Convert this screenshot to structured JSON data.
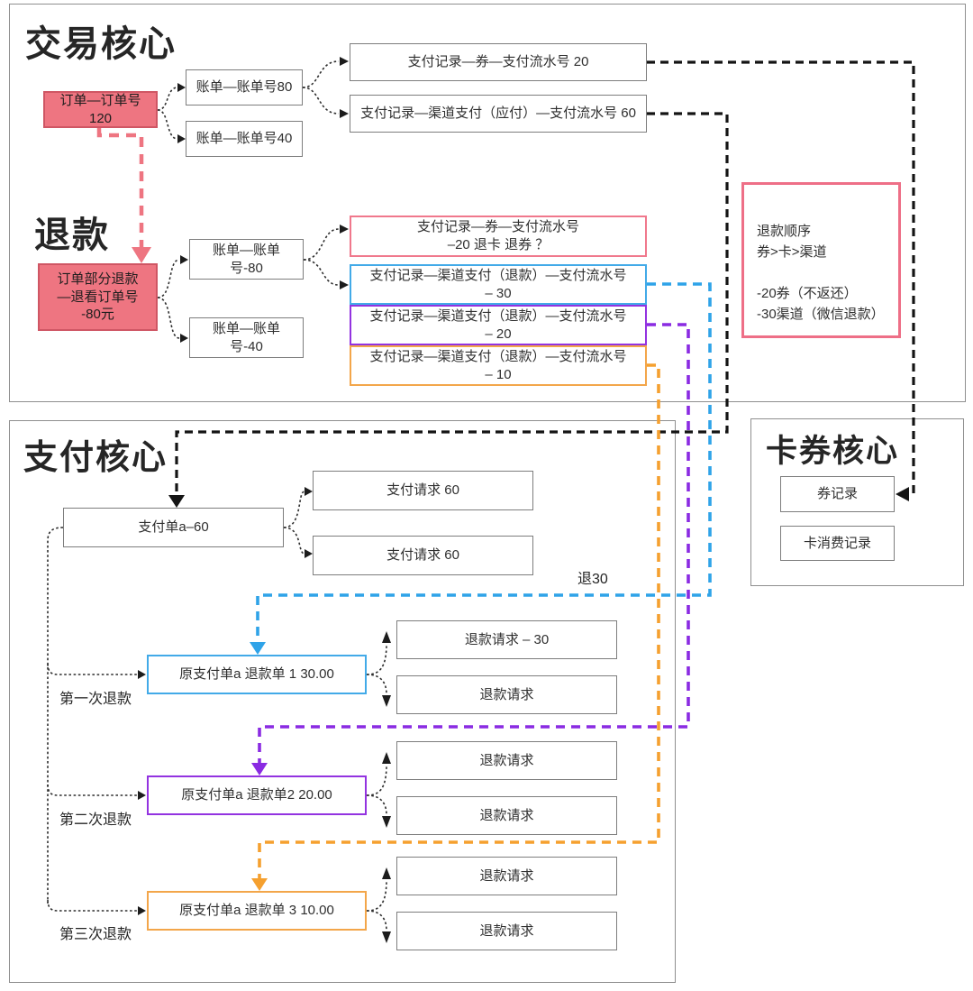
{
  "sections": {
    "trade_title": "交易核心",
    "refund_title": "退款",
    "payment_title": "支付核心",
    "card_title": "卡券核心"
  },
  "trade": {
    "order": {
      "line1": "订单—订单号",
      "line2": "120"
    },
    "bill80": "账单—账单号80",
    "bill40": "账单—账单号40",
    "pay_record_coupon": "支付记录—券—支付流水号 20",
    "pay_record_channel": "支付记录—渠道支付（应付）—支付流水号 60"
  },
  "refund": {
    "order": {
      "line1": "订单部分退款",
      "line2": "—退看订单号",
      "line3": "-80元"
    },
    "bill80": {
      "line1": "账单—账单",
      "line2": "号-80"
    },
    "bill40": {
      "line1": "账单—账单",
      "line2": "号-40"
    },
    "record_coupon": {
      "line1": "支付记录—券—支付流水号",
      "line2": "–20 退卡 退券 ？"
    },
    "record_30": {
      "line1": "支付记录—渠道支付（退款）—支付流水号",
      "line2": "– 30"
    },
    "record_20": {
      "line1": "支付记录—渠道支付（退款）—支付流水号",
      "line2": "– 20"
    },
    "record_10": {
      "line1": "支付记录—渠道支付（退款）—支付流水号",
      "line2": "– 10"
    },
    "note": {
      "line1": "退款顺序",
      "line2": "券>卡>渠道",
      "line3": "-20券（不返还）",
      "line4": "-30渠道（微信退款）"
    }
  },
  "payment": {
    "pay_a": "支付单a–60",
    "req1": "支付请求 60",
    "req2": "支付请求 60",
    "refund30_label": "退30",
    "rows": [
      {
        "label": "第一次退款",
        "box": "原支付单a 退款单 1  30.00",
        "req_top": "退款请求 – 30",
        "req_bottom": "退款请求"
      },
      {
        "label": "第二次退款",
        "box": "原支付单a 退款单2  20.00",
        "req_top": "退款请求",
        "req_bottom": "退款请求"
      },
      {
        "label": "第三次退款",
        "box": "原支付单a  退款单 3 10.00",
        "req_top": "退款请求",
        "req_bottom": "退款请求"
      }
    ]
  },
  "card": {
    "coupon_record": "券记录",
    "card_consume_record": "卡消费记录"
  },
  "colors": {
    "pink_fill": "#ee7581",
    "pink_line": "#ee7581",
    "blue_line": "#2fa3e8",
    "purple_line": "#8a2be2",
    "orange_line": "#f5a02f",
    "black_line": "#141414"
  }
}
